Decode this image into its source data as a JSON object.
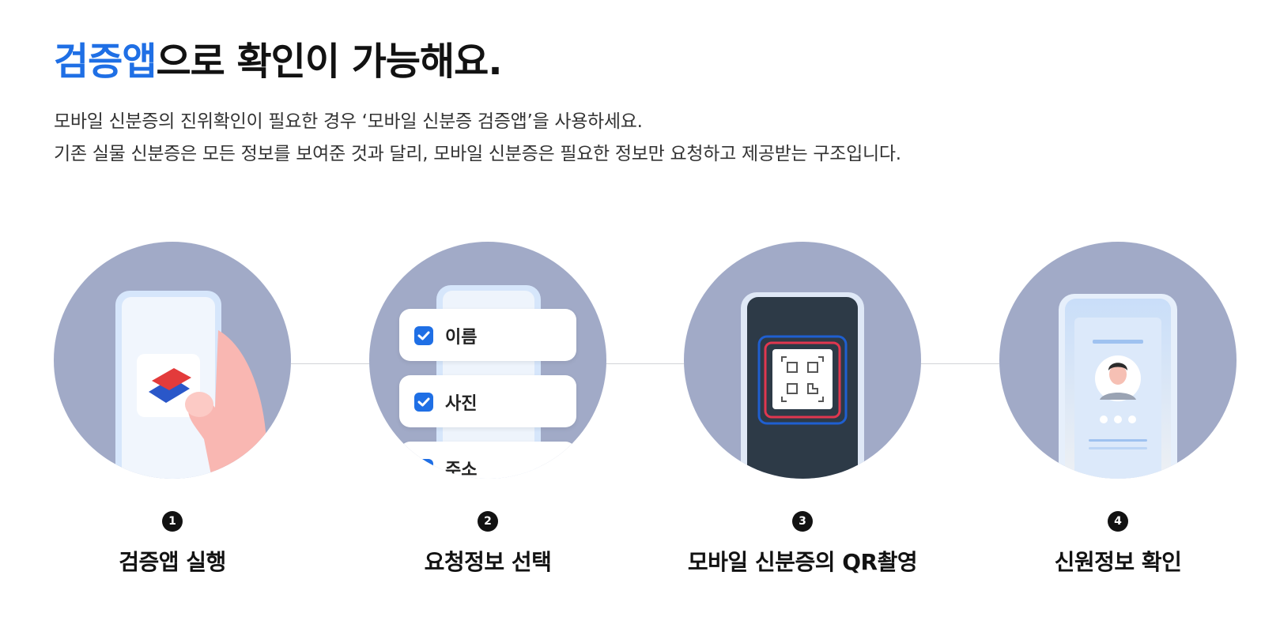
{
  "headline": {
    "accent": "검증앱",
    "rest": "으로 확인이 가능해요."
  },
  "description": {
    "line1": "모바일 신분증의 진위확인이 필요한 경우 ‘모바일 신분증 검증앱’을 사용하세요.",
    "line2": "기존 실물 신분증은 모든 정보를 보여준 것과 달리, 모바일 신분증은 필요한 정보만 요청하고 제공받는 구조입니다."
  },
  "steps": [
    {
      "number": "1",
      "label": "검증앱 실행"
    },
    {
      "number": "2",
      "label": "요청정보 선택",
      "items": [
        "이름",
        "사진",
        "주소"
      ]
    },
    {
      "number": "3",
      "label": "모바일 신분증의 QR촬영"
    },
    {
      "number": "4",
      "label": "신원정보 확인"
    }
  ],
  "colors": {
    "accent": "#1f6fe5",
    "circle_bg": "#a1aac7",
    "text_dark": "#121212",
    "qr_red": "#e0374f",
    "qr_blue": "#1f5fd0"
  },
  "icons": [
    "app-logo-icon",
    "hand-icon",
    "checkbox-icon",
    "qr-code-icon",
    "person-avatar-icon"
  ]
}
